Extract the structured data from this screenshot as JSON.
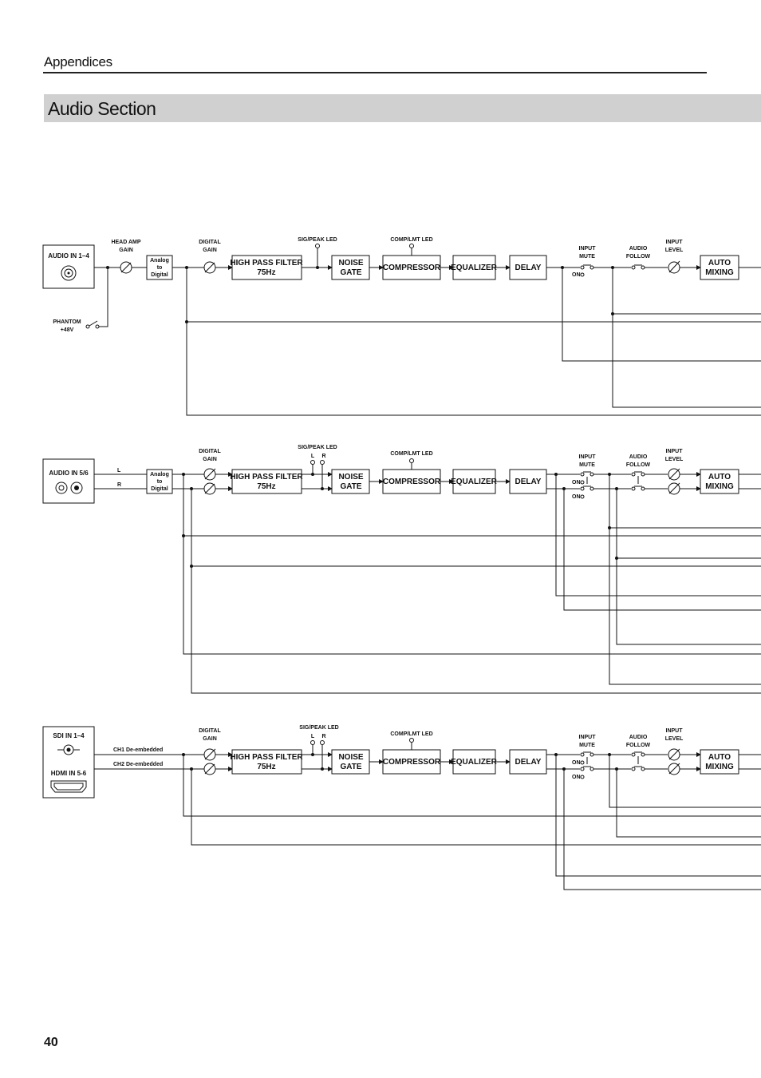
{
  "header": {
    "section": "Appendices",
    "title": "Audio Section",
    "page_number": "40"
  },
  "common": {
    "head_amp_gain": [
      "HEAD AMP",
      "GAIN"
    ],
    "digital_gain": [
      "DIGITAL",
      "GAIN"
    ],
    "adc": [
      "Analog",
      "to",
      "Digital"
    ],
    "hpf": [
      "HIGH PASS FILTER",
      "75Hz"
    ],
    "noise_gate": [
      "NOISE",
      "GATE"
    ],
    "compressor": "COMPRESSOR",
    "equalizer": "EQUALIZER",
    "delay": "DELAY",
    "sig_peak_led": "SIG/PEAK LED",
    "comp_lmt_led": "COMP/LMT LED",
    "input_mute": [
      "INPUT",
      "MUTE"
    ],
    "audio_follow": [
      "AUDIO",
      "FOLLOW"
    ],
    "input_level": [
      "INPUT",
      "LEVEL"
    ],
    "auto_mixing": [
      "AUTO",
      "MIXING"
    ],
    "on": "ON",
    "l": "L",
    "r": "R"
  },
  "rows": {
    "row1": {
      "input": "AUDIO IN 1–4",
      "phantom": [
        "PHANTOM",
        "+48V"
      ]
    },
    "row2": {
      "input": "AUDIO IN 5/6"
    },
    "row3": {
      "input_sdi": "SDI IN 1–4",
      "input_hdmi": "HDMI IN 5-6",
      "ch1": "CH1 De-embedded",
      "ch2": "CH2 De-embedded"
    }
  }
}
